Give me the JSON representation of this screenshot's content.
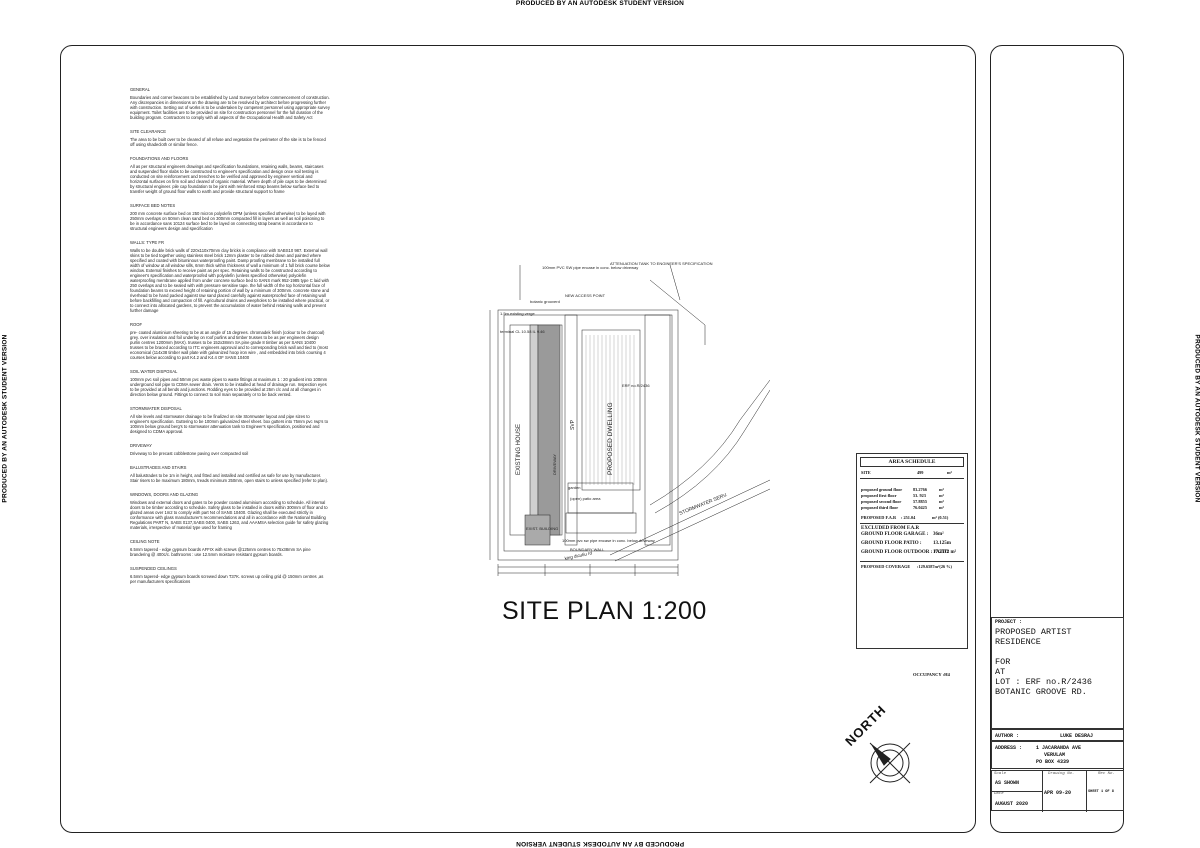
{
  "watermark": "PRODUCED BY AN AUTODESK STUDENT VERSION",
  "notes": [
    {
      "heading": "GENERAL",
      "body": "Boundaries and corner beacons to be established by Land Surveyor before commencement of construction. Any discrepancies in dimensions on the drawing are to be resolved by architect before progressing further with construction. Setting out of works is to be undertaken by competent personnel using appropriate survey equipment. Toilet facilities are to be provided on site for construction personnel for the full duration of the building program. Contractors to comply with all aspects of the Occupational Health and Safety Act"
    },
    {
      "heading": "SITE CLEARANCE",
      "body": "The area to be built over to be cleared of all refuse and vegetation the perimeter of the site is to be fenced off using shadecloth or similar fence."
    },
    {
      "heading": "FOUNDATIONS AND FLOORS",
      "body": "All as per structural engineers drawings and specification foundations, retaining walls, beams, staircases and suspended floor slabs to be constructed to engineer's specification and design once soil testing is conducted on site reinforcement and trenches to be verified and approved by engineer vertical and horizontal surfaces on firm soil and cleared of organic material. Where depth of pile caps to be determined by structural engineer. pile cap foundation to be joint with reinforced strap beams below surface bed to transfer weight of ground floor walls to earth and provide structural support to frame"
    },
    {
      "heading": "SURFACE BED NOTES",
      "body": "200 mm concrete surface bed on 250 micron polyolefin DPM (unless specified otherwise) to be layed with 250mm overlaps on 50mm clean sand bed on 300mm compacted fill in layers as well as soil poisoning to be in accordance sans 10124 surface bed to be layed on connecting strap beams in accordance to structural engineers design and specification"
    },
    {
      "heading": "WALLS: TYPE FR",
      "body": "Walls to be double brick walls of 220x110x70mm clay bricks in compliance with SABS10 987. External wall skins to be tied together using stainless steel brick 12mm plaster to be rubbed down and painted where specified and coated with bituminous waterproofing paint. Damp proofing membrane to be installed full width of window at all window sills, 6mm thick within thickness of wall a minimum of 1 full brick course below window. External finishes to receive paint as per spec. Retaining walls to be constructed according to engineer's specification and waterproofed with polyolefin (unless specified otherwise) polyolefin waterproofing membrane applied from under concrete surface bed to SANS mark 952-1985 type C laid with 250 overlaps and to be sealed with with pressure sensitive tape. the full width of the top horizontal face of foundation beams to exceed height of retaining portion of wall by a minimum of 300mm. concrete stone and riverhead to be hand packed against raw sand placed carefully against waterproofed face of retaining wall before backfilling and compaction of fill. Agricultural drains and weepholes to be installed where practical, or to connect into allocated gardens, to prevent the accumulation of water behind retaining walls and prevent further damage"
    },
    {
      "heading": "ROOF",
      "body": "pre- coated aluminium sheeting to be at an angle of 15 degrees. chromadek finish (colour to be charcoal) grey. over insulation and foil underlay on roof purlins and timber trusses to be as per engineers design purlin centres 1200mm (MAX). trusses to be 152x38mm SA pine grade 8 timber as per SANS 10400 trusses to be braced according to ITC engineers approval and to corresponding brick wall and tied to (most economical (114x38 timber wall plate with galvanized hoop iron wire , and embedded into brick coursing 4 courses below according to part K4.2 and K4.4 OF SANS 10400"
    },
    {
      "heading": "SOIL WATER DISPOSAL",
      "body": "100mm pvc soil pipes and 50mm pvc waste pipes to waste fittings at maximum 1 : 20 gradient into 100mm underground soil pipe to CDMA sewer drain. Vents to be installed at head of drainage run. Inspection eyes to be provided at all bends and junctions. Rodding eyes to be provided at 25m c/c and at all changes in direction below ground. Fittings to connect to soil main separately or to be back vented."
    },
    {
      "heading": "STORMWATER DISPOSAL",
      "body": "All site levels and stormwater drainage to be finalized on site Stormwater layout and pipe sizes to engineer's specification. Guttering to be 100mm galvanized steel sheet. box gutters into 75mm pvc rwp's to 100mm below ground berg's to stormwater attenuation tank to Engineer's specification, positioned and designed to CDMA approval."
    },
    {
      "heading": "DRIVEWAY",
      "body": "Driveway to be precast cobblestone paving over compacted soil"
    },
    {
      "heading": "BALUSTRADES AND STAIRS",
      "body": "All balustrades to be 1m in height, and fitted and installed and certified as safe for use by manufacturer. Stair risers to be maximum 180mm, treads minimum 250mm, open stairs to unless specified (refer to plan)."
    },
    {
      "heading": "WINDOWS, DOORS AND GLAZING",
      "body": "Windows and external doors and gates to be powder coated aluminium according to schedule. All internal doors to be timber according to schedule. Safety glass to be installed in doors within 300mm of floor and to glazed areas over 1m2 to comply with part N4 of SANS 10400. Glazing shall be executed strictly in conformance with glass manufacturer's recommendations and all in accordance with the National Building Regulations PART N, SABS 0137,SABS 0400, SABS 1263, and AAAMSA selection guide for safety glazing materials, irrespective of material type used for framing"
    },
    {
      "heading": "CEILING NOTE",
      "body": "6.5mm tapered - edge gypsum boards AFFIX with screws @125mm centres to 75x38mm SA pine brandering @ 400c/c. bathrooms : use 12.5mm moisture resistant gypsum boards."
    },
    {
      "heading": "SUSPENDED CEILINGS",
      "body": "6.5mm tapered- edge gypsum boards screwed down T37K. screws up ceiling grid @ 150mm centres ,as per manufacturers specifications"
    }
  ],
  "plan": {
    "title": "SITE PLAN 1:200",
    "labels": {
      "attenuation": "ATTENUATION TANK TO ENGINEER'S SPECIFICATION",
      "pvc_swp": "100mm PVC SW pipe encase in conc. below driveway",
      "botanic": "botanic grooverd",
      "access": "NEW ACCESS POINT",
      "verge": "1.5m existing verge",
      "terminal": "terminal CL 10.58 IL 9.46",
      "existing_house": "EXISTING HOUSE",
      "proposed": "PROPOSED DWELLING",
      "svp": "SVP",
      "garden": "garden",
      "boundary": "BOUNDARY WALL",
      "king": "king dicutiu rd",
      "stormwater": "STORMWATER SERV.",
      "exist_building": "EXIST. BUILDING",
      "driveway": "DRIVEWAY",
      "erf": "ERF no.R/2436",
      "open_patio": "(open) patio area",
      "pipe_note": "100mm pvc sw pipe encase in conc. below driveway"
    }
  },
  "schedule": {
    "title": "AREA SCHEDULE",
    "site": {
      "label": "SITE",
      "value": "499",
      "unit": "m²"
    },
    "floors": [
      {
        "label": "proposed ground floor",
        "value": "83.2766",
        "unit": "m²"
      },
      {
        "label": "proposed first floor",
        "value": "53. 923",
        "unit": "m²"
      },
      {
        "label": "proposed second floor",
        "value": "57.8855",
        "unit": "m²"
      },
      {
        "label": "proposed third floor",
        "value": "76.0425",
        "unit": "m²"
      }
    ],
    "far": {
      "label": "PROPOSED F.A.R",
      "value": ": 251.04",
      "unit": "m² (0.51)"
    },
    "excluded_title": "EXCLUDED FROM F.A.R",
    "excluded": [
      {
        "label": "GROUND FLOOR GARAGE :",
        "value": "36m²"
      },
      {
        "label": "GROUND FLOOR PATIO :",
        "value": "13.125m"
      },
      {
        "label": "GROUND FLOOR OUTDOOR : PATIO",
        "value": "17.2572 m²"
      }
    ],
    "coverage": {
      "label": "PROPOSED COVERAGE",
      "value": ":129.6587m²(26 %)"
    }
  },
  "occupancy": "OCCUPANCY :H4",
  "north": "NORTH",
  "title_block": {
    "project_label": "PROJECT :",
    "project_lines": [
      "PROPOSED ARTIST",
      "RESIDENCE",
      "",
      "FOR",
      "AT",
      "LOT : ERF no.R/2436",
      "BOTANIC GROOVE RD."
    ],
    "author_label": "AUTHOR :",
    "author": "LUKE DESRAJ",
    "address_label": "ADDRESS :",
    "address_lines": [
      "1 JACARANDA AVE",
      "VERULAM",
      "PO BOX 4339"
    ],
    "scale_caption": "Scale",
    "scale": "AS SHOWN",
    "drawing_caption": "Drawing No.",
    "date_caption": "Date",
    "date": "AUGUST 2020",
    "drawing_no": "APR 09-20",
    "rev_caption": "Rev No.",
    "sheet": "SHEET 1 OF 8"
  }
}
